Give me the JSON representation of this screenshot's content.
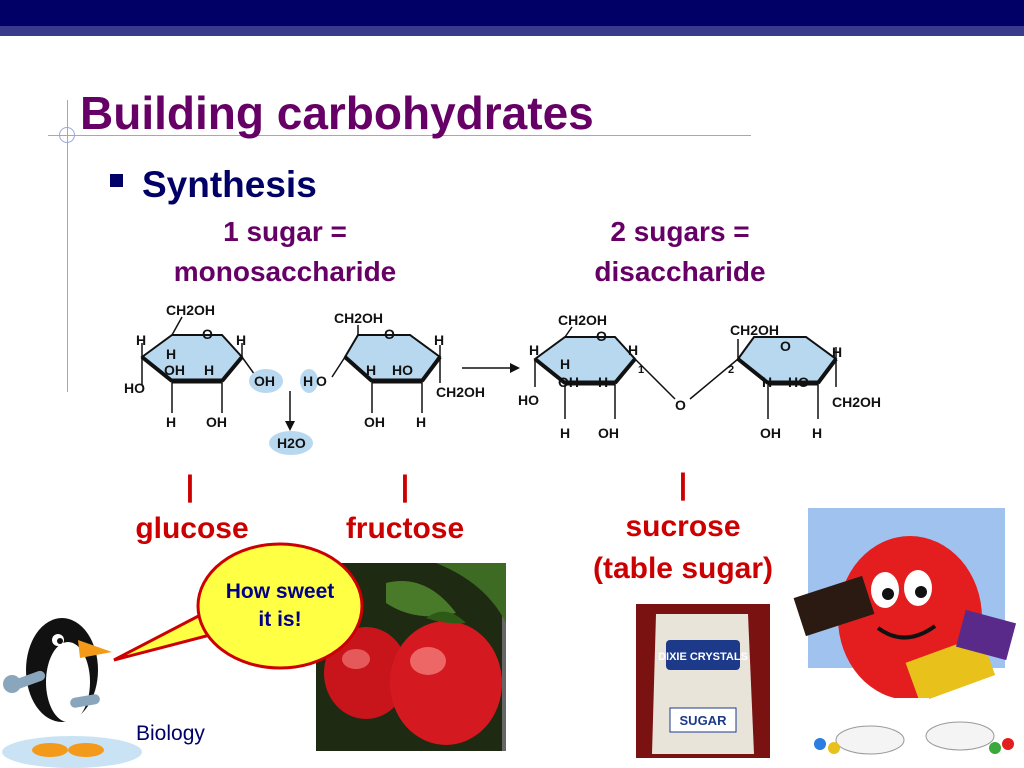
{
  "slide": {
    "title": "Building carbohydrates",
    "bullet": "Synthesis",
    "mono_heading_line1": "1 sugar =",
    "mono_heading_line2": "monosaccharide",
    "di_heading_line1": "2 sugars =",
    "di_heading_line2": "disaccharide",
    "tick_mark": "|",
    "glucose": "glucose",
    "fructose": "fructose",
    "sucrose_line1": "sucrose",
    "sucrose_line2": "(table sugar)",
    "bubble_line1": "How sweet",
    "bubble_line2": "it is!",
    "footer": "Biology"
  },
  "diagram": {
    "glucose_labels": {
      "ch2oh": "CH2OH",
      "o": "O",
      "h_left": "H",
      "h_right": "H",
      "h_in": "H",
      "oh_in": "OH",
      "h_in2": "H",
      "oh_right": "OH",
      "ho_left": "HO",
      "h_bottom": "H",
      "oh_bottom": "OH"
    },
    "fructose_labels": {
      "ch2oh_top": "CH2OH",
      "o": "O",
      "h_right": "H",
      "h_left": "H",
      "o_left": "O",
      "h_in": "H",
      "ho_in": "HO",
      "ch2oh_right": "CH2OH",
      "oh_bottom": "OH",
      "h_bottom": "H"
    },
    "water": "H2O",
    "sucrose_labels": {
      "ch2oh_left": "CH2OH",
      "o_left": "O",
      "h1": "H",
      "h2": "H",
      "h3": "H",
      "oh_in": "OH",
      "h4": "H",
      "ho_left": "HO",
      "h_bottom": "H",
      "oh_bottom": "OH",
      "bridge_o": "O",
      "num1": "1",
      "num2": "2",
      "ch2oh_right_top": "CH2OH",
      "o_right": "O",
      "h_right": "H",
      "h_in_r": "H",
      "ho_in_r": "HO",
      "ch2oh_right": "CH2OH",
      "oh_bottom_r": "OH",
      "h_bottom_r": "H"
    }
  },
  "images": {
    "strawberries": "strawberries-photo",
    "sugar_bag_brand": "DIXIE CRYSTALS",
    "sugar_bag_label": "SUGAR",
    "mm_character": "m&m character with candy packs",
    "penguin": "penguin with wrench"
  },
  "colors": {
    "navy": "#000066",
    "title_purple": "#660066",
    "red": "#cc0000",
    "bubble_fill": "#ffff44"
  }
}
